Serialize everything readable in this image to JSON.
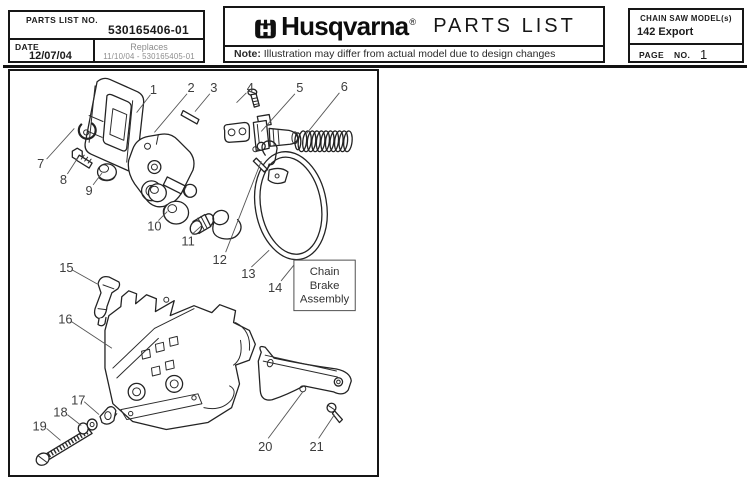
{
  "colors": {
    "ink": "#1a1a1a",
    "muted_gray": "#8d8d8d"
  },
  "header": {
    "parts_list_no_label": "PARTS LIST NO.",
    "parts_list_no_value": "530165406-01",
    "date_label": "DATE",
    "date_value": "12/07/04",
    "replaces_label": "Replaces",
    "replaces_value": "11/10/04 - 530165405-01",
    "brand": "Husqvarna",
    "registered_mark": "®",
    "doc_title": "PARTS LIST",
    "note_label": "Note:",
    "note_text": " Illustration may differ from actual model due to design changes",
    "model_label": "CHAIN SAW MODEL(s)",
    "model_value": "142 Export",
    "page_label": "PAGE",
    "no_label": "NO.",
    "page_value": "1"
  },
  "diagram": {
    "assembly_label": {
      "line1": "Chain",
      "line2": "Brake",
      "line3": "Assembly"
    },
    "callouts": [
      {
        "n": "1"
      },
      {
        "n": "2"
      },
      {
        "n": "3"
      },
      {
        "n": "4"
      },
      {
        "n": "5"
      },
      {
        "n": "6"
      },
      {
        "n": "7"
      },
      {
        "n": "8"
      },
      {
        "n": "9"
      },
      {
        "n": "10"
      },
      {
        "n": "11"
      },
      {
        "n": "12"
      },
      {
        "n": "13"
      },
      {
        "n": "14"
      },
      {
        "n": "15"
      },
      {
        "n": "16"
      },
      {
        "n": "17"
      },
      {
        "n": "18"
      },
      {
        "n": "19"
      },
      {
        "n": "20"
      },
      {
        "n": "21"
      }
    ]
  }
}
